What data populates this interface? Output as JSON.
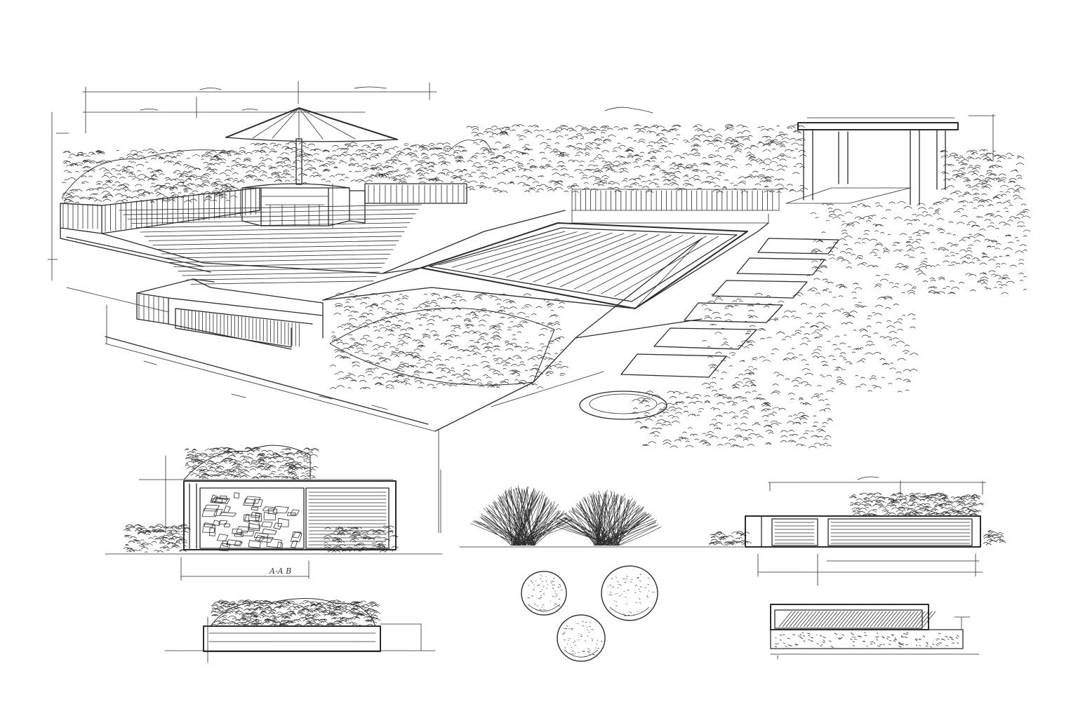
{
  "palette": {
    "paper": "#ffffff",
    "ink": "#2b2b2b",
    "shade": "#555555",
    "light": "#9a9a9a"
  },
  "annotations": {
    "bench_elevation_dimension": "A-A B"
  },
  "elements": [
    "perspective-view",
    "umbrella-pavilion",
    "pergola",
    "reflecting-pool",
    "stepping-stone-path",
    "built-in-bench",
    "planter-bed",
    "fountain-pad",
    "pavilion-elevation",
    "ornamental-grass",
    "boulder-plan",
    "long-bench-elevation",
    "planter-section",
    "bench-section"
  ]
}
